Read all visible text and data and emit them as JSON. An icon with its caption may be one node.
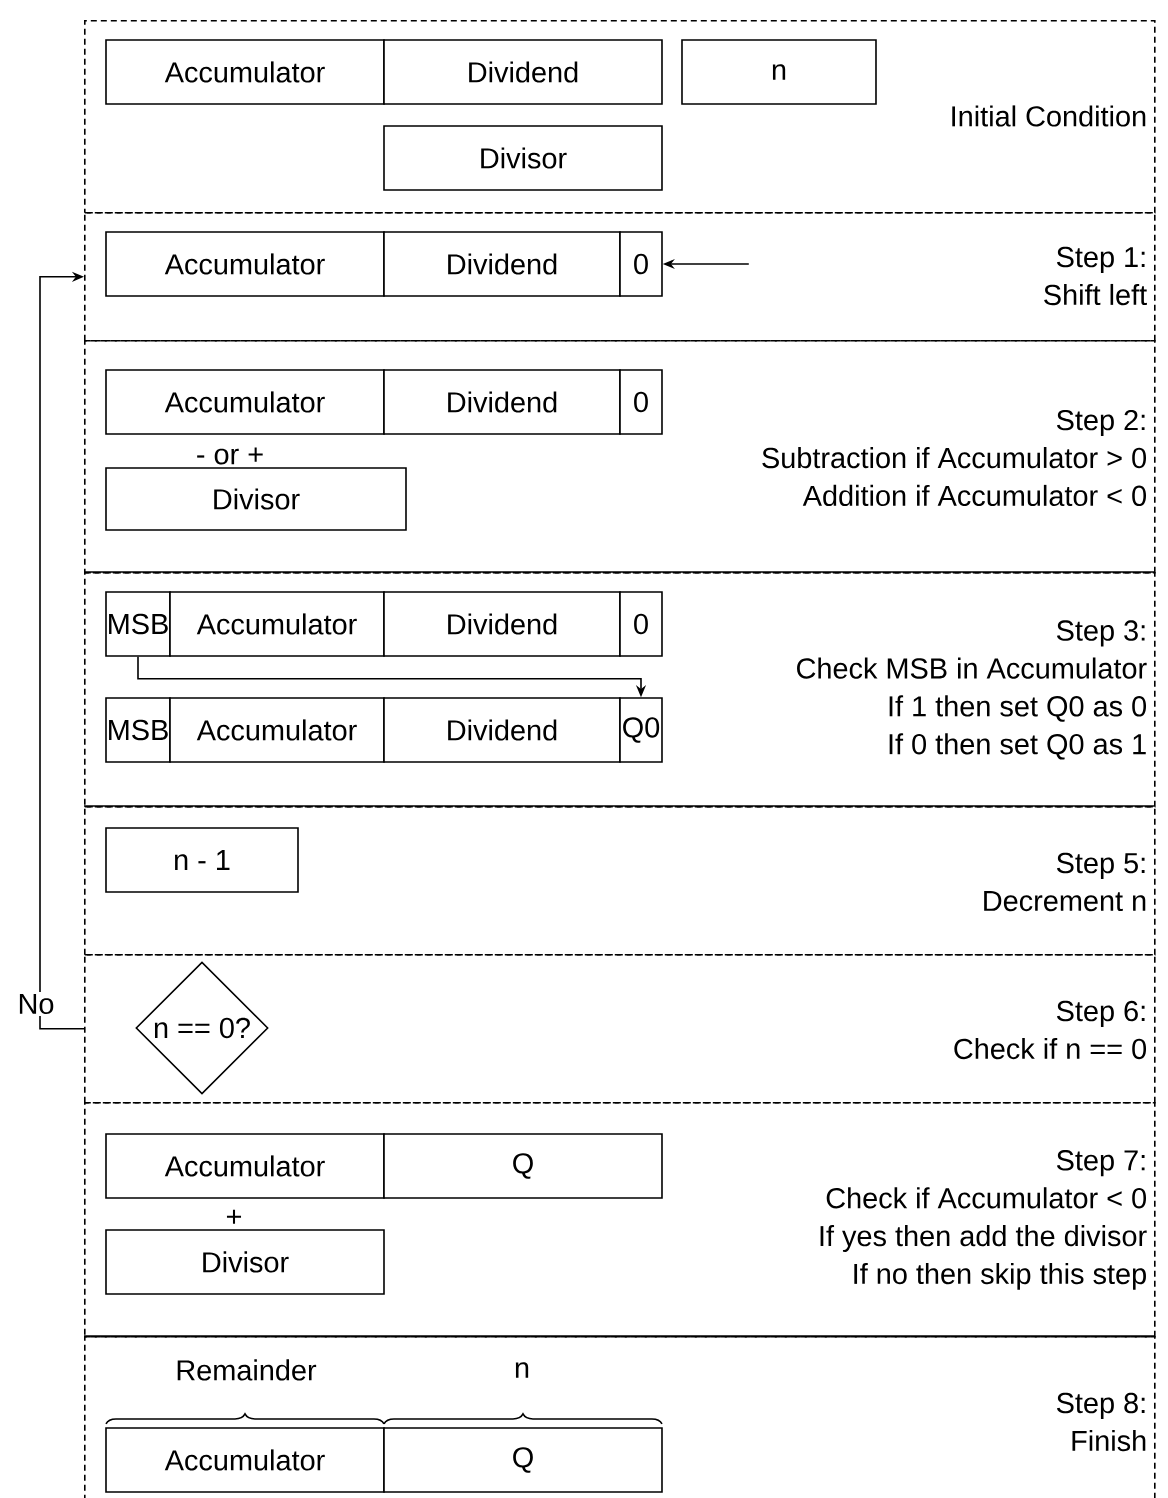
{
  "diagram": {
    "nodes": [
      {
        "text": [
          "Initial Condition"
        ]
      },
      {
        "text": [
          "Accumulator"
        ],
        "in": 0
      },
      {
        "text": [
          "Dividend"
        ],
        "in": 0
      },
      {
        "text": [
          "n"
        ],
        "in": 0
      },
      {
        "text": [
          "Divisor"
        ],
        "in": 0
      },
      {
        "text": [
          "Step 1:",
          "Shift left"
        ]
      },
      {
        "text": [
          "Accumulator"
        ],
        "in": 5
      },
      {
        "text": [
          "Dividend"
        ],
        "in": 5
      },
      {
        "text": [
          "0"
        ],
        "in": 5
      },
      {
        "text": [
          "Step 2:",
          "Subtraction if Accumulator > 0",
          "Addition if Accumulator < 0"
        ]
      },
      {
        "text": [
          "Accumulator"
        ],
        "in": 9
      },
      {
        "text": [
          "Dividend"
        ],
        "in": 9
      },
      {
        "text": [
          "0"
        ],
        "in": 9
      },
      {
        "text": [
          "Divisor"
        ],
        "in": 9
      },
      {
        "text": [
          "Step 3:",
          "Check MSB in Accumulator",
          "If 1 then set Q0 as 0",
          "If 0 then set Q0 as 1"
        ]
      },
      {
        "text": [
          "MSB"
        ],
        "in": 14
      },
      {
        "text": [
          "Accumulator"
        ],
        "in": 14
      },
      {
        "text": [
          "Dividend"
        ],
        "in": 14
      },
      {
        "text": [
          "0"
        ],
        "in": 14
      },
      {
        "text": [
          "MSB"
        ],
        "in": 14
      },
      {
        "text": [
          "Accumulator"
        ],
        "in": 14
      },
      {
        "text": [
          "Dividend"
        ],
        "in": 14
      },
      {
        "text": [
          "Q0"
        ],
        "in": 14
      },
      {
        "text": [
          "Step 5:",
          "Decrement n"
        ]
      },
      {
        "text": [
          "n - 1"
        ],
        "in": 23
      },
      {
        "text": [
          "Step 6:",
          "Check if n == 0"
        ]
      },
      {
        "text": [
          "n == 0?"
        ],
        "in": 25
      },
      {
        "text": [
          "Step 7:",
          "Check if Accumulator < 0",
          "If yes then add the divisor",
          "If no then skip this step"
        ]
      },
      {
        "text": [
          "Accumulator"
        ],
        "in": 27
      },
      {
        "text": [
          "Q"
        ],
        "in": 27
      },
      {
        "text": [
          "Divisor"
        ],
        "in": 27
      },
      {
        "text": [
          "Step 8:",
          "Finish"
        ]
      },
      {
        "text": [
          "Accumulator"
        ],
        "in": 31
      },
      {
        "text": [
          "Q"
        ],
        "in": 31
      }
    ],
    "edges": [
      {
        "from": null,
        "to": 8,
        "arrow": "to"
      },
      {
        "from": 15,
        "to": 22,
        "arrow": "to"
      },
      {
        "from": 25,
        "to": 5,
        "arrow": "to",
        "label": "No"
      }
    ],
    "labels": [
      "- or +",
      "+",
      "Remainder",
      "n"
    ]
  }
}
